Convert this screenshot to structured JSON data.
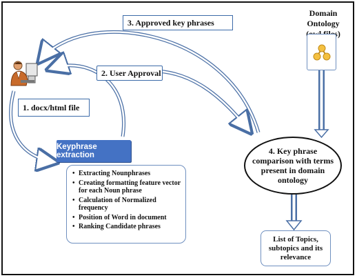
{
  "labels": {
    "approved_key_phrases": "3. Approved key phrases",
    "user_approval": "2. User Approval",
    "docx_html_file": "1. docx/html file",
    "domain_ontology_title": "Domain Ontology",
    "domain_ontology_subtitle": "(owl files)",
    "keyphrase_extraction": "Keyphrase extraction",
    "comparison": "4. Key phrase comparison with terms present in domain ontology",
    "topics": "List of Topics, subtopics and its relevance"
  },
  "keyphrase_steps": [
    "Extracting Nounphrases",
    "Creating formatting feature vector for each Noun phrase",
    "Calculation of Normalized frequency",
    "Position of Word in document",
    "Ranking Candidate phrases"
  ],
  "icons": {
    "user": "user-at-computer-icon",
    "ontology": "ontology-graph-icon"
  },
  "colors": {
    "box_border": "#3b6aa8",
    "keyphrase_header_fill": "#4472c4",
    "arrow_stroke": "#4a6fa5"
  }
}
